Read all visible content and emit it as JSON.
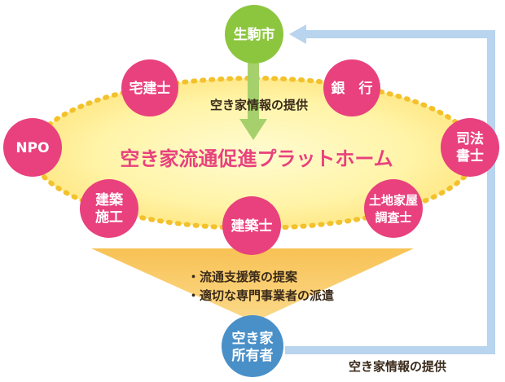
{
  "platform": {
    "title": "空き家流通促進プラットホーム",
    "info_label": "空き家情報の提供"
  },
  "nodes": {
    "city": "生駒市",
    "builder": "宅建士",
    "bank": "銀　行",
    "npo": "NPO",
    "scrivener_line1": "司法",
    "scrivener_line2": "書士",
    "construction_line1": "建築",
    "construction_line2": "施工",
    "architect": "建築士",
    "surveyor_line1": "土地家屋",
    "surveyor_line2": "調査士",
    "owner_line1": "空き家",
    "owner_line2": "所有者"
  },
  "services": [
    "・流通支援策の提案",
    "・適切な専門事業者の派遣"
  ],
  "feedback_label": "空き家情報の提供",
  "colors": {
    "city": "#8cc63f",
    "professional": "#e8417d",
    "owner": "#4a90c8",
    "funnel": "#f7b84b",
    "feedback_arrow": "#b8d4ee",
    "down_arrow": "#a6d06c",
    "ellipse_dots": "#f3c12c"
  }
}
